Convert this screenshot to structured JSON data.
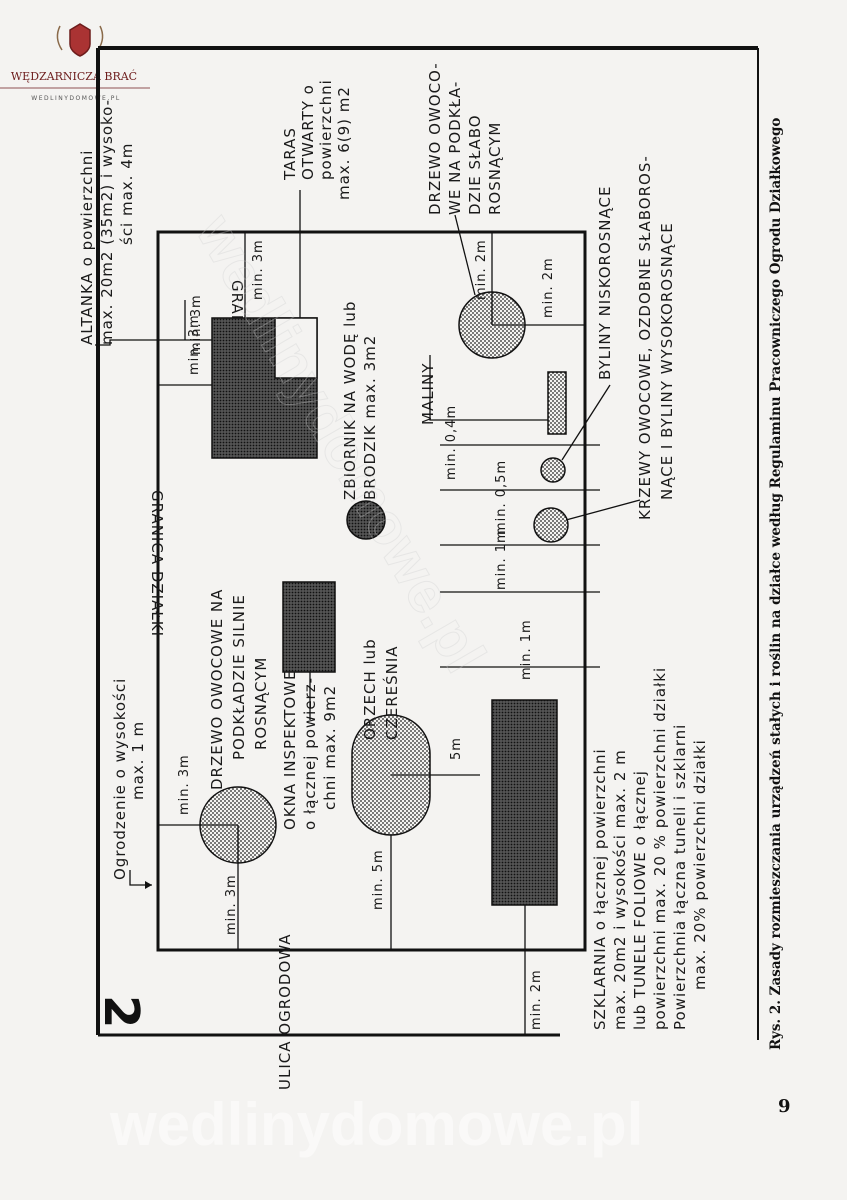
{
  "logo": {
    "name": "WĘDZARNICZA BRAĆ",
    "sub": "WEDLINYDOMOWE.PL"
  },
  "figure_number": "2",
  "diagram": {
    "granica_dzialki_top": "GRANICA DZIAŁKI",
    "granica_dzialki_right": "GRANICA DZIAŁKI",
    "ulica": "ULICA OGRODOWA",
    "ogrodzenie": [
      "Ogrodzenie o wysokości",
      "max. 1 m"
    ],
    "altanka": [
      "ALTANKA o powierzchni",
      "max. 20m2 (35m2) i wysoko-",
      "ści max. 4m"
    ],
    "taras": [
      "TARAS",
      "OTWARTY o",
      "powierzchni",
      "max. 6(9) m2"
    ],
    "drzewo_slabo": [
      "DRZEWO OWOCO-",
      "WE NA PODKŁA-",
      "DZIE SŁABO",
      "ROSNĄCYM"
    ],
    "drzewo_silnie": [
      "DRZEWO OWOCOWE NA",
      "PODKŁADZIE SILNIE",
      "ROSNĄCYM"
    ],
    "okna": [
      "OKNA INSPEKTOWE",
      "o łącznej powierz-",
      "chni max. 9m2"
    ],
    "orzech": [
      "ORZECH lub",
      "CZEREŚNIA"
    ],
    "zbiornik": [
      "ZBIORNIK NA WODĘ lub",
      "BRODZIK max. 3m2"
    ],
    "maliny": "MALINY",
    "byliny_nisko": "BYLINY NISKOROSNĄCE",
    "krzewy": [
      "KRZEWY OWOCOWE, OZDOBNE SŁABOROS-",
      "NĄCE I BYLINY WYSOKOROSNĄCE"
    ],
    "szklarnia": [
      "SZKLARNIA o łącznej powierzchni",
      "max. 20m2 i wysokości max. 2 m",
      "lub TUNELE FOLIOWE o łącznej",
      "powierzchni max. 20 %  powierzchni działki",
      "Powierzchnia łączna tuneli i szklarni",
      "max. 20% powierzchni działki"
    ],
    "dims": {
      "min3m_a": "min. 3m",
      "min3m_b": "min. 3m",
      "min3m_c": "min. 3m",
      "min3m_d": "min. 3m",
      "min3m_e": "min. 3m",
      "min5m": "min. 5m",
      "min2m_a": "min. 2m",
      "min2m_b": "min. 2m",
      "min2m_c": "min. 2m",
      "min1m_a": "min. 1m",
      "min1m_b": "min. 1m",
      "min05m": "min. 0,5m",
      "min04m": "min. 0,4m",
      "fivem": "5m"
    }
  },
  "caption": "Rys. 2. Zasady rozmieszczania urządzeń stałych i roślin na działce według Regulaminu Pracowniczego Ogrodu Działkowego",
  "page_number": "9",
  "watermark": "wedlinydomowe.pl"
}
